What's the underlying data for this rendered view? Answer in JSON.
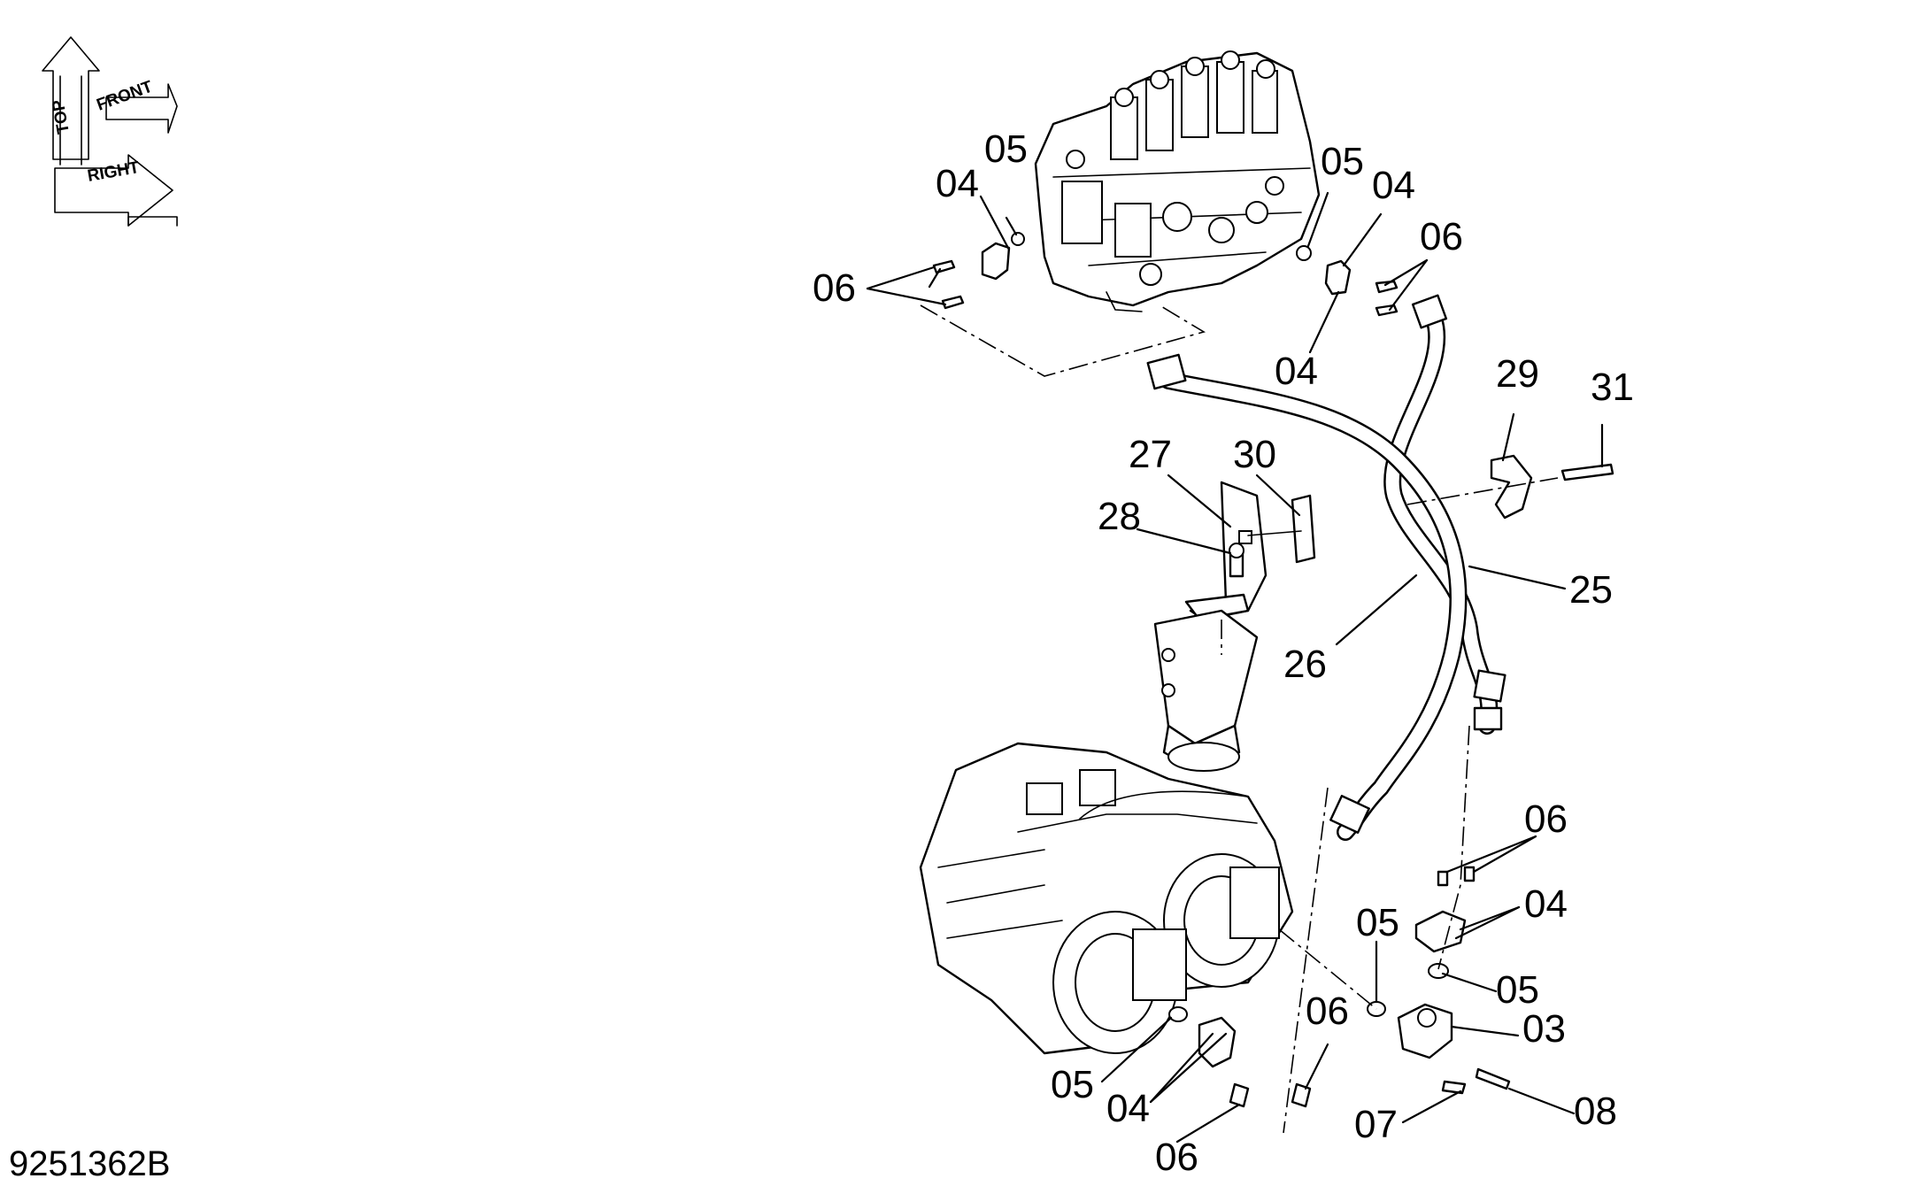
{
  "drawing_code": "9251362B",
  "orientation": {
    "top": "TOP",
    "front": "FRONT",
    "right": "RIGHT"
  },
  "callouts": {
    "c03": "03",
    "c04": "04",
    "c05": "05",
    "c06": "06",
    "c07": "07",
    "c08": "08",
    "c25": "25",
    "c26": "26",
    "c27": "27",
    "c28": "28",
    "c29": "29",
    "c30": "30",
    "c31": "31"
  }
}
